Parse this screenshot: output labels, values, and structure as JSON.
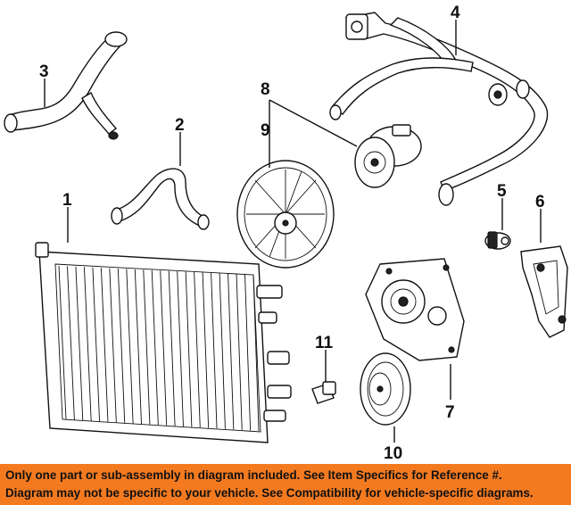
{
  "callouts": [
    "1",
    "2",
    "3",
    "4",
    "5",
    "6",
    "7",
    "8",
    "9",
    "10",
    "11"
  ],
  "banner": {
    "line1": "Only one part or sub-assembly in diagram included. See Item Specifics for Reference #.",
    "line2": "Diagram may not be specific to your vehicle. See Compatibility for vehicle-specific diagrams."
  },
  "colors": {
    "banner_bg": "#f47a20",
    "ink": "#111111"
  }
}
